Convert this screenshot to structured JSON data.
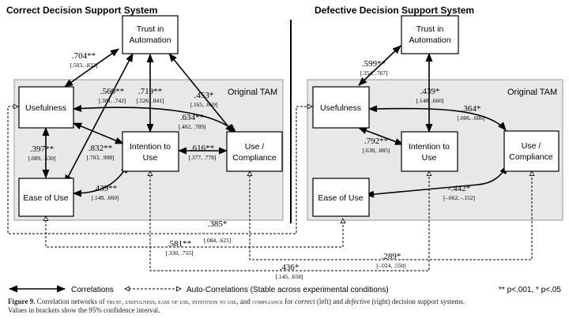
{
  "panels": {
    "correct_title": "Correct Decision Support System",
    "defective_title": "Defective Decision Support System",
    "tam_label": "Original TAM"
  },
  "nodes": {
    "trust": [
      "Trust in",
      "Automation"
    ],
    "usefulness": [
      "Usefulness"
    ],
    "ease": [
      "Ease of Use"
    ],
    "intention": [
      "Intention to",
      "Use"
    ],
    "compliance": [
      "Use /",
      "Compliance"
    ]
  },
  "correct_edges": {
    "trust_usefulness": {
      "coef": ".704**",
      "ci": "[.503, .832]"
    },
    "trust_ease": {
      "coef": ".560**",
      "ci": "[.301, .742]"
    },
    "trust_intention": {
      "coef": ".719**",
      "ci": "[.526, .841]"
    },
    "trust_compliance": {
      "coef": ".453*",
      "ci": "[.165, .669]"
    },
    "usefulness_compliance": {
      "coef": ".634**",
      "ci": "[.402, .789]"
    },
    "usefulness_ease": {
      "coef": ".397**",
      "ci": "[.089, .630]"
    },
    "usefulness_intention": {
      "coef": ".832**",
      "ci": "[.703, .908]"
    },
    "intention_compliance": {
      "coef": ".616**",
      "ci": "[.377, .778]"
    },
    "ease_intention": {
      "coef": ".439**",
      "ci": "[.148, .660]"
    }
  },
  "defective_edges": {
    "trust_usefulness": {
      "coef": ".599**",
      "ci": "[.354, .767]"
    },
    "trust_intention": {
      "coef": ".439*",
      "ci": "[.148, .660]"
    },
    "usefulness_compliance": {
      "coef": ".364*",
      "ci": "[.006, .606]"
    },
    "usefulness_intention": {
      "coef": ".792**",
      "ci": "[.638, .885]"
    },
    "ease_compliance": {
      "coef": "-.442*",
      "ci": "[-.662, -.152]"
    }
  },
  "auto_correlations": {
    "usefulness": {
      "coef": ".385*",
      "ci": "[.084, .621]"
    },
    "ease": {
      "coef": ".581**",
      "ci": "[.330, .755]"
    },
    "compliance": {
      "coef": ".289*",
      "ci": "[-.024, .550]"
    },
    "intention": {
      "coef": ".436*",
      "ci": "[.145, .658]"
    }
  },
  "legend": {
    "correlations": "Correlations",
    "auto_correlations": "Auto-Correlations (Stable across experimental conditions)",
    "significance": "** p<.001, * p<.05"
  },
  "caption": {
    "label": "Figure 9.",
    "text_1": "Correlation networks of",
    "construct_1": "trust, usefulness, ease of use, intention to use,",
    "text_2": "and",
    "construct_2": "compliance",
    "text_3": "for",
    "correct_word": "correct",
    "text_4": "(left) and",
    "defective_word": "defective",
    "text_5": "(right) decision support systems.",
    "line_2": "Values in brackets show the 95% confidence interval."
  }
}
